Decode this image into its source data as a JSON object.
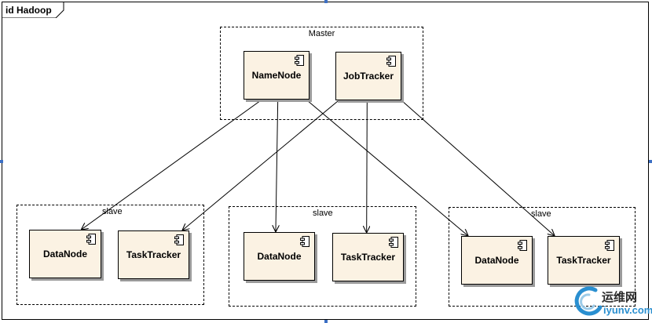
{
  "frame": {
    "title": "id Hadoop"
  },
  "groups": {
    "master": {
      "label": "Master"
    },
    "slave1": {
      "label": "slave"
    },
    "slave2": {
      "label": "slave"
    },
    "slave3": {
      "label": "slave"
    }
  },
  "components": {
    "namenode": {
      "label": "NameNode"
    },
    "jobtracker": {
      "label": "JobTracker"
    },
    "datanode1": {
      "label": "DataNode"
    },
    "tasktracker1": {
      "label": "TaskTracker"
    },
    "datanode2": {
      "label": "DataNode"
    },
    "tasktracker2": {
      "label": "TaskTracker"
    },
    "datanode3": {
      "label": "DataNode"
    },
    "tasktracker3": {
      "label": "TaskTracker"
    }
  },
  "connections": [
    {
      "from": "namenode",
      "to": "datanode1"
    },
    {
      "from": "namenode",
      "to": "datanode2"
    },
    {
      "from": "namenode",
      "to": "datanode3"
    },
    {
      "from": "jobtracker",
      "to": "tasktracker1"
    },
    {
      "from": "jobtracker",
      "to": "tasktracker2"
    },
    {
      "from": "jobtracker",
      "to": "tasktracker3"
    }
  ],
  "watermark": {
    "cn": "运维网",
    "en": "iyunv.com"
  },
  "colors": {
    "component_fill": "#fbf2e3",
    "line": "#000000",
    "selection_handle": "#3c6fc4",
    "watermark_accent": "#2a8fd0"
  }
}
